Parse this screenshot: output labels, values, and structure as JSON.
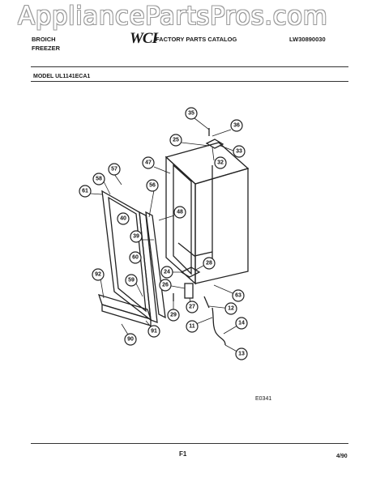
{
  "watermark": "AppliancePartsPros.com",
  "header": {
    "brand_line1": "BROICH",
    "brand_line2": "FREEZER",
    "logo": "WCI",
    "catalog_title": "FACTORY PARTS CATALOG",
    "doc_number": "LW30890030"
  },
  "model": "MODEL UL1141ECA1",
  "figure_code": "E0341",
  "footer": {
    "page": "F1",
    "date": "4/90"
  },
  "callouts": {
    "c35": "35",
    "c36": "36",
    "c25": "25",
    "c32": "32",
    "c33": "33",
    "c47": "47",
    "c57": "57",
    "c58": "58",
    "c56": "56",
    "c61": "61",
    "c40": "40",
    "c48": "48",
    "c39": "39",
    "c60": "60",
    "c24": "24",
    "c28": "28",
    "c92": "92",
    "c26": "26",
    "c59": "59",
    "c63": "63",
    "c27": "27",
    "c12": "12",
    "c29": "29",
    "c11": "11",
    "c14": "14",
    "c91": "91",
    "c90": "90",
    "c13": "13"
  }
}
